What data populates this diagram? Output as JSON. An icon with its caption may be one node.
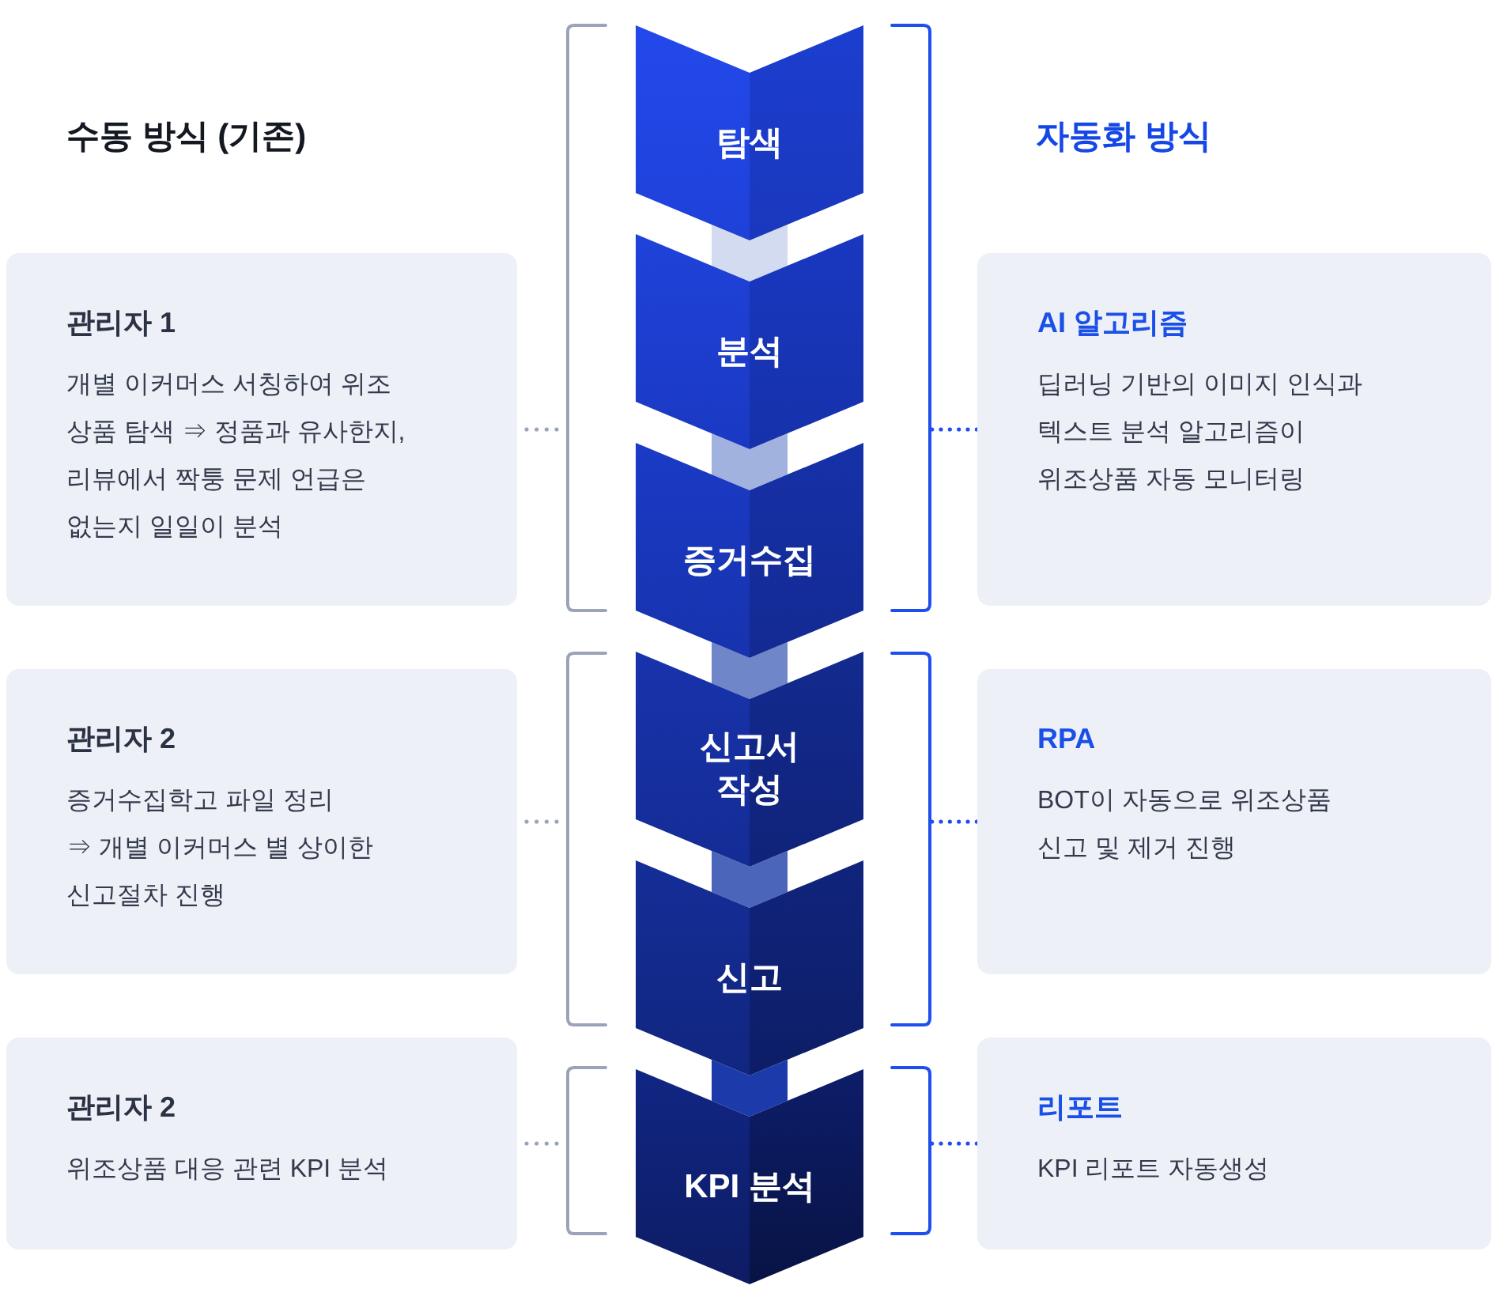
{
  "diagram": {
    "nodes": [
      {
        "text": [
          "탐색"
        ]
      },
      {
        "text": [
          "분석"
        ]
      },
      {
        "text": [
          "증거수집"
        ]
      },
      {
        "text": [
          "신고서 작성"
        ]
      },
      {
        "text": [
          "신고"
        ]
      },
      {
        "text": [
          "KPI 분석"
        ]
      },
      {
        "text": [
          "관리자 1",
          "개별 이커머스 서칭하여 위조 상품 탐색 ⇒ 정품과 유사한지, 리뷰에서 짝퉁 문제 언급은 없는지 일일이 분석"
        ]
      },
      {
        "text": [
          "관리자 2",
          "증거수집학고 파일 정리 ⇒ 개별 이커머스 별 상이한 신고절차 진행"
        ]
      },
      {
        "text": [
          "관리자 2",
          "위조상품 대응 관련 KPI 분석"
        ]
      },
      {
        "text": [],
        "shape": "bracket"
      },
      {
        "text": [],
        "shape": "bracket"
      },
      {
        "text": [],
        "shape": "bracket"
      },
      {
        "text": [],
        "shape": "bracket"
      },
      {
        "text": [],
        "shape": "bracket"
      },
      {
        "text": [],
        "shape": "bracket"
      },
      {
        "text": [
          "AI 알고리즘",
          "딥러닝 기반의 이미지 인식과 텍스트 분석 알고리즘이 위조상품 자동 모니터링"
        ]
      },
      {
        "text": [
          "RPA",
          "BOT이 자동으로 위조상품 신고 및 제거 진행"
        ]
      },
      {
        "text": [
          "리포트",
          "KPI 리포트 자동생성"
        ]
      }
    ],
    "edges": [
      {
        "from": 0,
        "to": 1,
        "arrow": "none",
        "style": "thick",
        "color": "#d3dbf1"
      },
      {
        "from": 1,
        "to": 2,
        "arrow": "none",
        "style": "thick",
        "color": "#a2b2df"
      },
      {
        "from": 2,
        "to": 3,
        "arrow": "none",
        "style": "thick",
        "color": "#6f86c8"
      },
      {
        "from": 3,
        "to": 4,
        "arrow": "none",
        "style": "thick",
        "color": "#4a65ba"
      },
      {
        "from": 4,
        "to": 5,
        "arrow": "none",
        "style": "thick",
        "color": "#1d3aab"
      },
      {
        "from": 6,
        "to": 9,
        "arrow": "none",
        "style": "dashed"
      },
      {
        "from": 7,
        "to": 10,
        "arrow": "none",
        "style": "dashed"
      },
      {
        "from": 8,
        "to": 11,
        "arrow": "none",
        "style": "dashed"
      },
      {
        "from": 12,
        "to": 15,
        "arrow": "none",
        "style": "dashed",
        "color": "#1f4ef0"
      },
      {
        "from": 13,
        "to": 16,
        "arrow": "none",
        "style": "dashed",
        "color": "#1f4ef0"
      },
      {
        "from": 14,
        "to": 17,
        "arrow": "none",
        "style": "dashed",
        "color": "#1f4ef0"
      }
    ],
    "labels": [
      "수동 방식 (기존)",
      "자동화 방식"
    ]
  }
}
